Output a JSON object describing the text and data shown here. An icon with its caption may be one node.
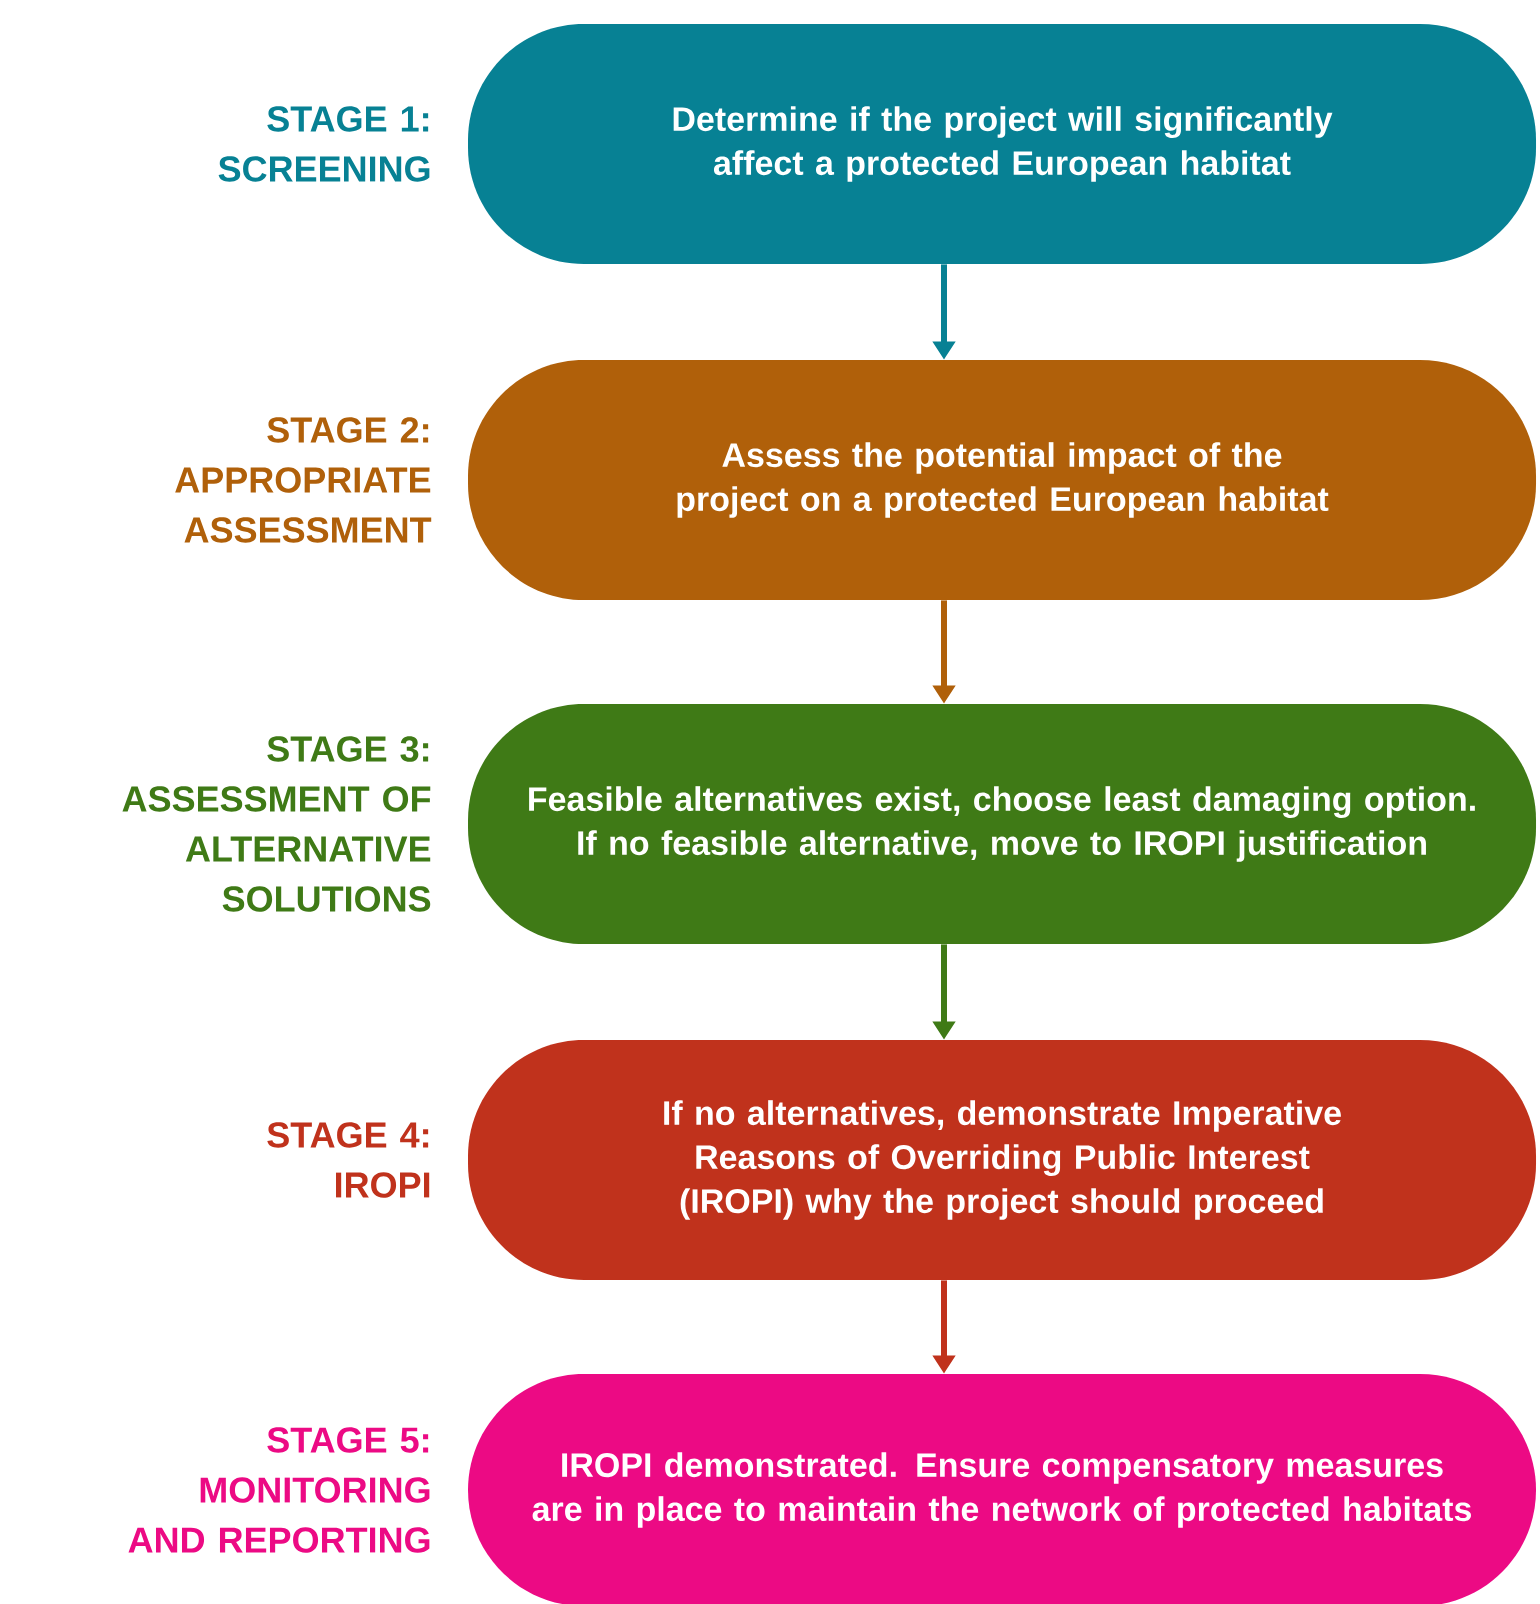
{
  "diagram": {
    "nodes": [
      {
        "text": [
          "Determine if the project will significantly affect a protected European habitat"
        ],
        "beside": [
          "STAGE 1:",
          "SCREENING"
        ]
      },
      {
        "text": [
          "Assess the potential impact of the project on a protected European habitat"
        ],
        "beside": [
          "STAGE 2:",
          "APPROPRIATE ASSESSMENT"
        ]
      },
      {
        "text": [
          "Feasible alternatives exist, choose least damaging option. If no feasible alternative, move to IROPI justification"
        ],
        "beside": [
          "STAGE 3:",
          "ASSESSMENT OF ALTERNATIVE SOLUTIONS"
        ]
      },
      {
        "text": [
          "If no alternatives, demonstrate Imperative Reasons of Overriding Public Interest (IROPI) why the project should proceed"
        ],
        "beside": [
          "STAGE 4:",
          "IROPI"
        ]
      },
      {
        "text": [
          "IROPI demonstrated. Ensure compensatory measures are in place to maintain the network of protected habitats"
        ],
        "beside": [
          "STAGE 5:",
          "MONITORING AND REPORTING"
        ]
      }
    ],
    "edges": [
      {
        "from": 0,
        "to": 1,
        "arrow": "to",
        "color": "#078194"
      },
      {
        "from": 1,
        "to": 2,
        "arrow": "to",
        "color": "#b0600a"
      },
      {
        "from": 2,
        "to": 3,
        "arrow": "to",
        "color": "#3f7a16"
      },
      {
        "from": 3,
        "to": 4,
        "arrow": "to",
        "color": "#c0321c"
      }
    ]
  }
}
